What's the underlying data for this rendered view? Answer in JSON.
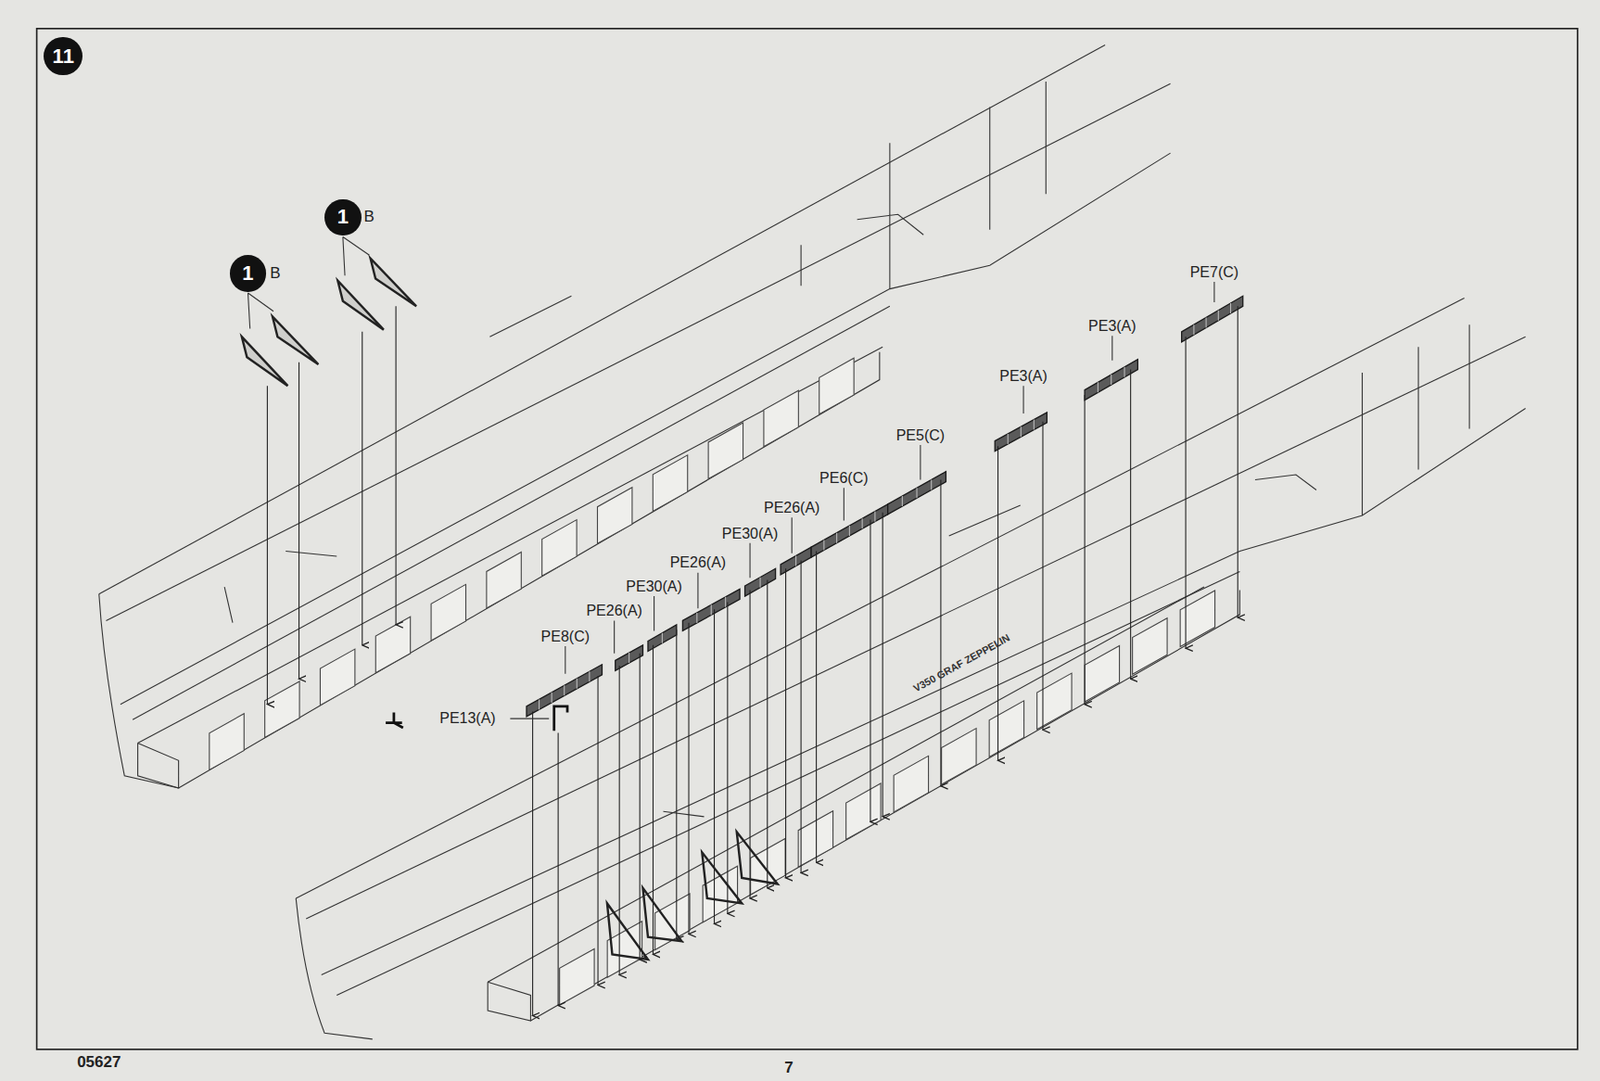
{
  "diagram": {
    "nodes": [
      {
        "text": [
          "11"
        ]
      },
      {
        "text": [
          "1",
          "B"
        ]
      },
      {
        "text": [
          "1",
          "B"
        ]
      }
    ],
    "labels": [
      "PE7(C)",
      "PE3(A)",
      "PE3(A)",
      "PE5(C)",
      "PE6(C)",
      "PE26(A)",
      "PE30(A)",
      "PE26(A)",
      "PE30(A)",
      "PE26(A)",
      "PE8(C)",
      "PE13(A)",
      "V350 GRAF ZEPPELIN",
      "05627",
      "7"
    ]
  }
}
